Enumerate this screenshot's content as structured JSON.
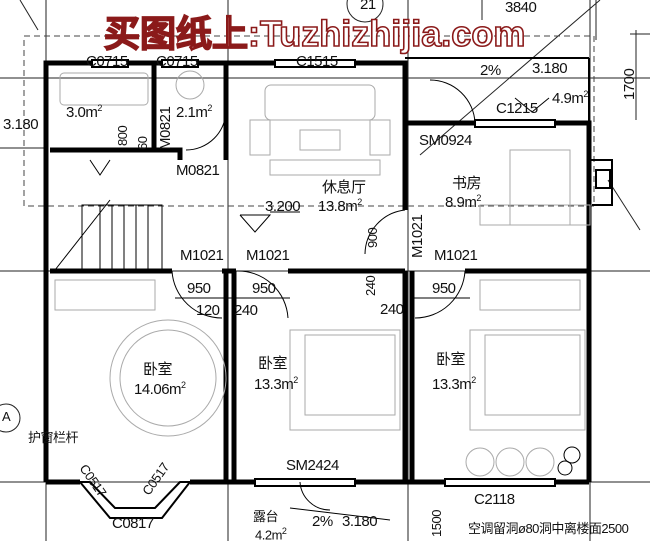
{
  "watermark": "买图纸上:Tuzhizhijia.com",
  "axis_marker": {
    "letter": "A",
    "number": "21"
  },
  "dimensions": {
    "top_width": "3840",
    "right_height": "1700",
    "door_900": "900",
    "d950_a": "950",
    "d950_b": "950",
    "d950_c": "950",
    "d120": "120",
    "d240_a": "240",
    "d240_b": "240",
    "d240_c": "240",
    "d800": "800",
    "d60": "60",
    "d1500": "1500"
  },
  "elevations": {
    "left": "3.180",
    "balcony": "3.180",
    "hall": "3.200",
    "terrace": "3.180"
  },
  "slopes": {
    "balcony": "2%",
    "terrace": "2%"
  },
  "windows": {
    "c0715_a": "C0715",
    "c0715_b": "C0715",
    "c1515": "C1515",
    "c1215": "C1215",
    "c0517_a": "C0517",
    "c0517_b": "C0517",
    "c0817": "C0817",
    "c2118": "C2118"
  },
  "doors": {
    "sm0924": "SM0924",
    "m0821_v": "M0821",
    "m0821_h": "M0821",
    "m1021_a": "M1021",
    "m1021_b": "M1021",
    "m1021_c": "M1021",
    "m1021_v": "M1021",
    "sm2424": "SM2424"
  },
  "rooms": {
    "bath1_area": "3.0m",
    "bath2_area": "2.1m",
    "balcony_area": "4.9m",
    "lounge_name": "休息厅",
    "lounge_area": "13.8m",
    "study_name": "书房",
    "study_area": "8.9m",
    "bed1_name": "卧室",
    "bed1_area": "14.06m",
    "bed2_name": "卧室",
    "bed2_area": "13.3m",
    "bed3_name": "卧室",
    "bed3_area": "13.3m",
    "terrace_name": "露台",
    "terrace_area": "4.2m",
    "sq": "2"
  },
  "notes": {
    "railing": "护窗栏杆",
    "ac_hole": "空调留洞ø80洞中离楼面2500"
  }
}
